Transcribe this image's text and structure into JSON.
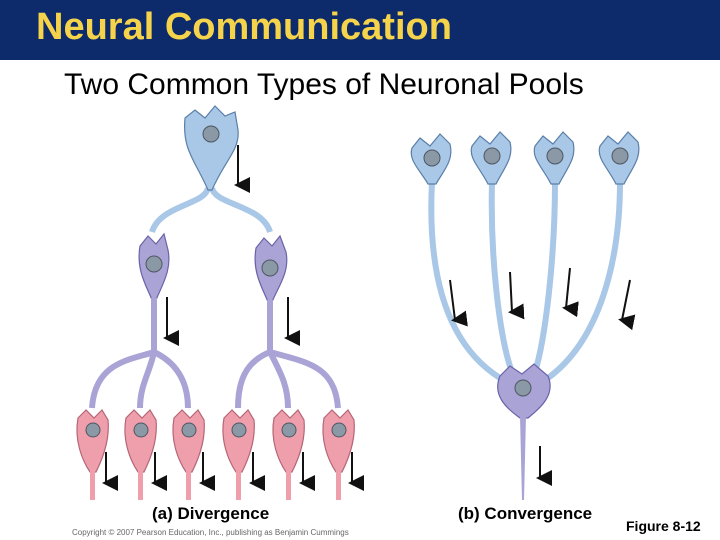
{
  "header": {
    "title": "Neural Communication",
    "subtitle": "Two Common Types of Neuronal Pools"
  },
  "panels": {
    "divergence_label": "(a) Divergence",
    "convergence_label": "(b) Convergence"
  },
  "footer": {
    "copyright": "Copyright © 2007 Pearson Education, Inc., publishing as Benjamin Cummings",
    "figure": "Figure 8-12"
  },
  "colors": {
    "title_bar": "#0d2a6b",
    "title_text": "#f5d34a",
    "neuron_blue": "#a9c7e6",
    "neuron_purple": "#a9a3d6",
    "neuron_pink": "#ef9eab",
    "nucleus": "#8b98a6"
  }
}
